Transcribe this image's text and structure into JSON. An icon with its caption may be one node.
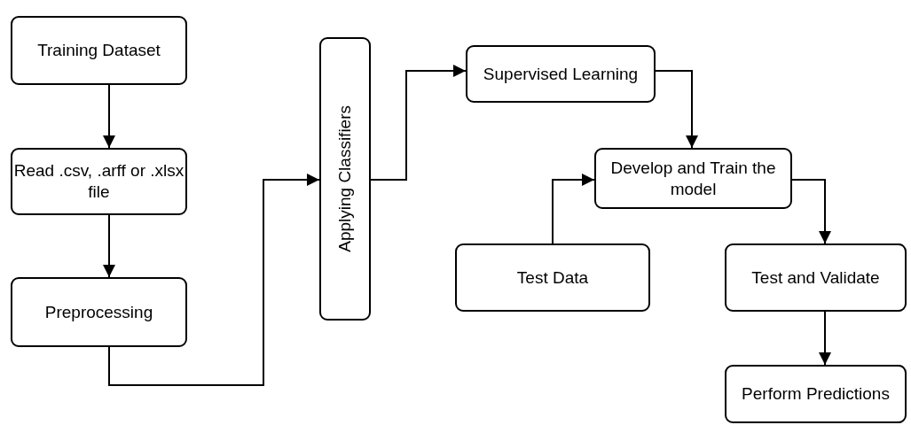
{
  "diagram": {
    "nodes": [
      {
        "text": [
          "Training Dataset"
        ]
      },
      {
        "text": [
          "Read .csv, .arff or .xlsx file"
        ]
      },
      {
        "text": [
          "Preprocessing"
        ]
      },
      {
        "text": [
          "Applying Classifiers"
        ]
      },
      {
        "text": [
          "Supervised Learning"
        ]
      },
      {
        "text": [
          "Develop and Train the model"
        ]
      },
      {
        "text": [
          "Test Data"
        ]
      },
      {
        "text": [
          "Test and Validate"
        ]
      },
      {
        "text": [
          "Perform Predictions"
        ]
      }
    ],
    "edges": [
      {
        "from": 0,
        "to": 1,
        "arrow": "to"
      },
      {
        "from": 1,
        "to": 2,
        "arrow": "to"
      },
      {
        "from": 2,
        "to": 3,
        "arrow": "to"
      },
      {
        "from": 3,
        "to": 4,
        "arrow": "to"
      },
      {
        "from": 4,
        "to": 5,
        "arrow": "to"
      },
      {
        "from": 6,
        "to": 5,
        "arrow": "to"
      },
      {
        "from": 5,
        "to": 7,
        "arrow": "to"
      },
      {
        "from": 7,
        "to": 8,
        "arrow": "to"
      }
    ]
  }
}
